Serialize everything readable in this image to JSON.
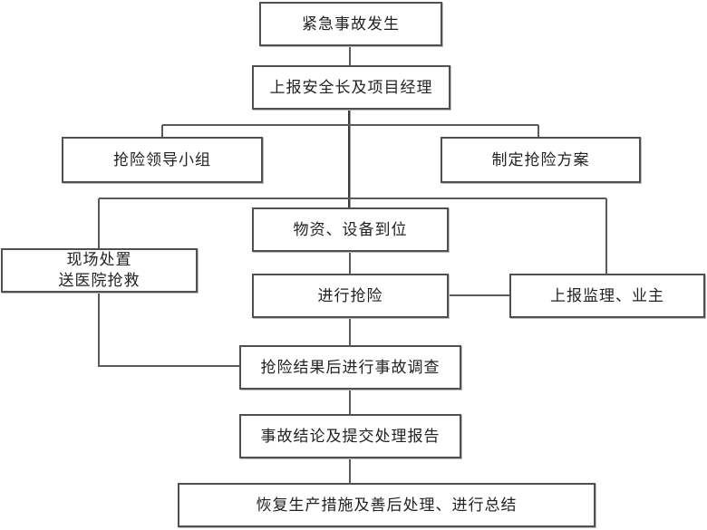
{
  "diagram": {
    "type": "flowchart",
    "title": "",
    "nodes": {
      "accident": {
        "id": "accident",
        "lines": [
          "紧急事故发生"
        ]
      },
      "report_safety": {
        "id": "report_safety",
        "lines": [
          "上报安全长及项目经理"
        ]
      },
      "leader_group": {
        "id": "leader_group",
        "lines": [
          "抢险领导小组"
        ]
      },
      "make_plan": {
        "id": "make_plan",
        "lines": [
          "制定抢险方案"
        ]
      },
      "materials": {
        "id": "materials",
        "lines": [
          "物资、设备到位"
        ]
      },
      "onsite": {
        "id": "onsite",
        "lines": [
          "现场处置",
          "送医院抢救"
        ]
      },
      "rescue": {
        "id": "rescue",
        "lines": [
          "进行抢险"
        ]
      },
      "report_owner": {
        "id": "report_owner",
        "lines": [
          "上报监理、业主"
        ]
      },
      "investigate": {
        "id": "investigate",
        "lines": [
          "抢险结果后进行事故调查"
        ]
      },
      "conclusion": {
        "id": "conclusion",
        "lines": [
          "事故结论及提交处理报告"
        ]
      },
      "restore": {
        "id": "restore",
        "lines": [
          "恢复生产措施及善后处理、进行总结"
        ]
      }
    },
    "edges": [
      {
        "from": "accident",
        "to": "report_safety"
      },
      {
        "from": "report_safety",
        "to": "leader_group"
      },
      {
        "from": "report_safety",
        "to": "make_plan"
      },
      {
        "from": "report_safety",
        "to": "materials"
      },
      {
        "from": "report_safety",
        "to": "onsite"
      },
      {
        "from": "report_safety",
        "to": "report_owner"
      },
      {
        "from": "materials",
        "to": "rescue"
      },
      {
        "from": "rescue",
        "to": "report_owner"
      },
      {
        "from": "rescue",
        "to": "investigate"
      },
      {
        "from": "onsite",
        "to": "investigate"
      },
      {
        "from": "investigate",
        "to": "conclusion"
      },
      {
        "from": "conclusion",
        "to": "restore"
      }
    ],
    "colors": {
      "border": "#505050",
      "line": "#5a5a5a",
      "text": "#222222",
      "background": "#ffffff"
    }
  }
}
